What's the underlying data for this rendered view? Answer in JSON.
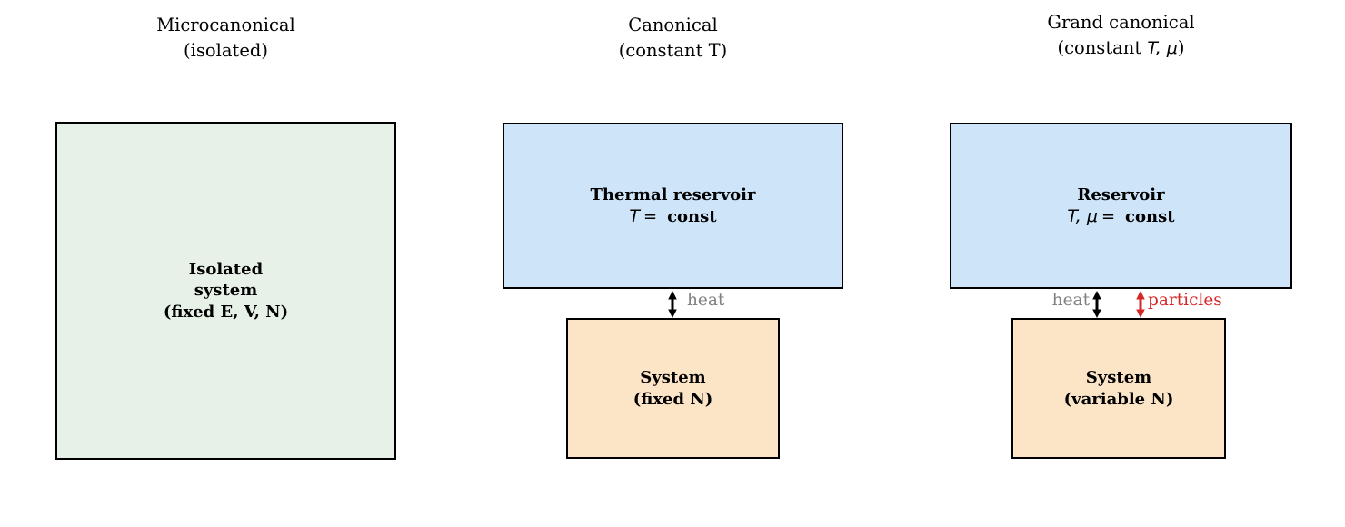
{
  "colors": {
    "green_fill": "#e8f1e8",
    "blue_fill": "#cde4f9",
    "peach_fill": "#fce5c7",
    "heat_text": "#808080",
    "particles_color": "#d62728",
    "border": "#000000"
  },
  "panels": {
    "microcanonical": {
      "title_line1": "Microcanonical",
      "title_line2": "(isolated)",
      "box_line1": "Isolated",
      "box_line2": "system",
      "box_line3": "(fixed E, V, N)"
    },
    "canonical": {
      "title_line1": "Canonical",
      "title_line2": "(constant T)",
      "reservoir_name": "Thermal reservoir",
      "reservoir_var": "T",
      "reservoir_eq": "=",
      "reservoir_const": "const",
      "heat_label": "heat",
      "system_line1": "System",
      "system_line2": "(fixed N)"
    },
    "grand_canonical": {
      "title_line1": "Grand canonical",
      "title_line2_prefix": "(constant ",
      "title_line2_math": "T, μ",
      "title_line2_suffix": ")",
      "reservoir_name": "Reservoir",
      "reservoir_var": "T, μ",
      "reservoir_eq": "=",
      "reservoir_const": "const",
      "heat_label": "heat",
      "particles_label": "particles",
      "system_line1": "System",
      "system_line2": "(variable N)"
    }
  }
}
